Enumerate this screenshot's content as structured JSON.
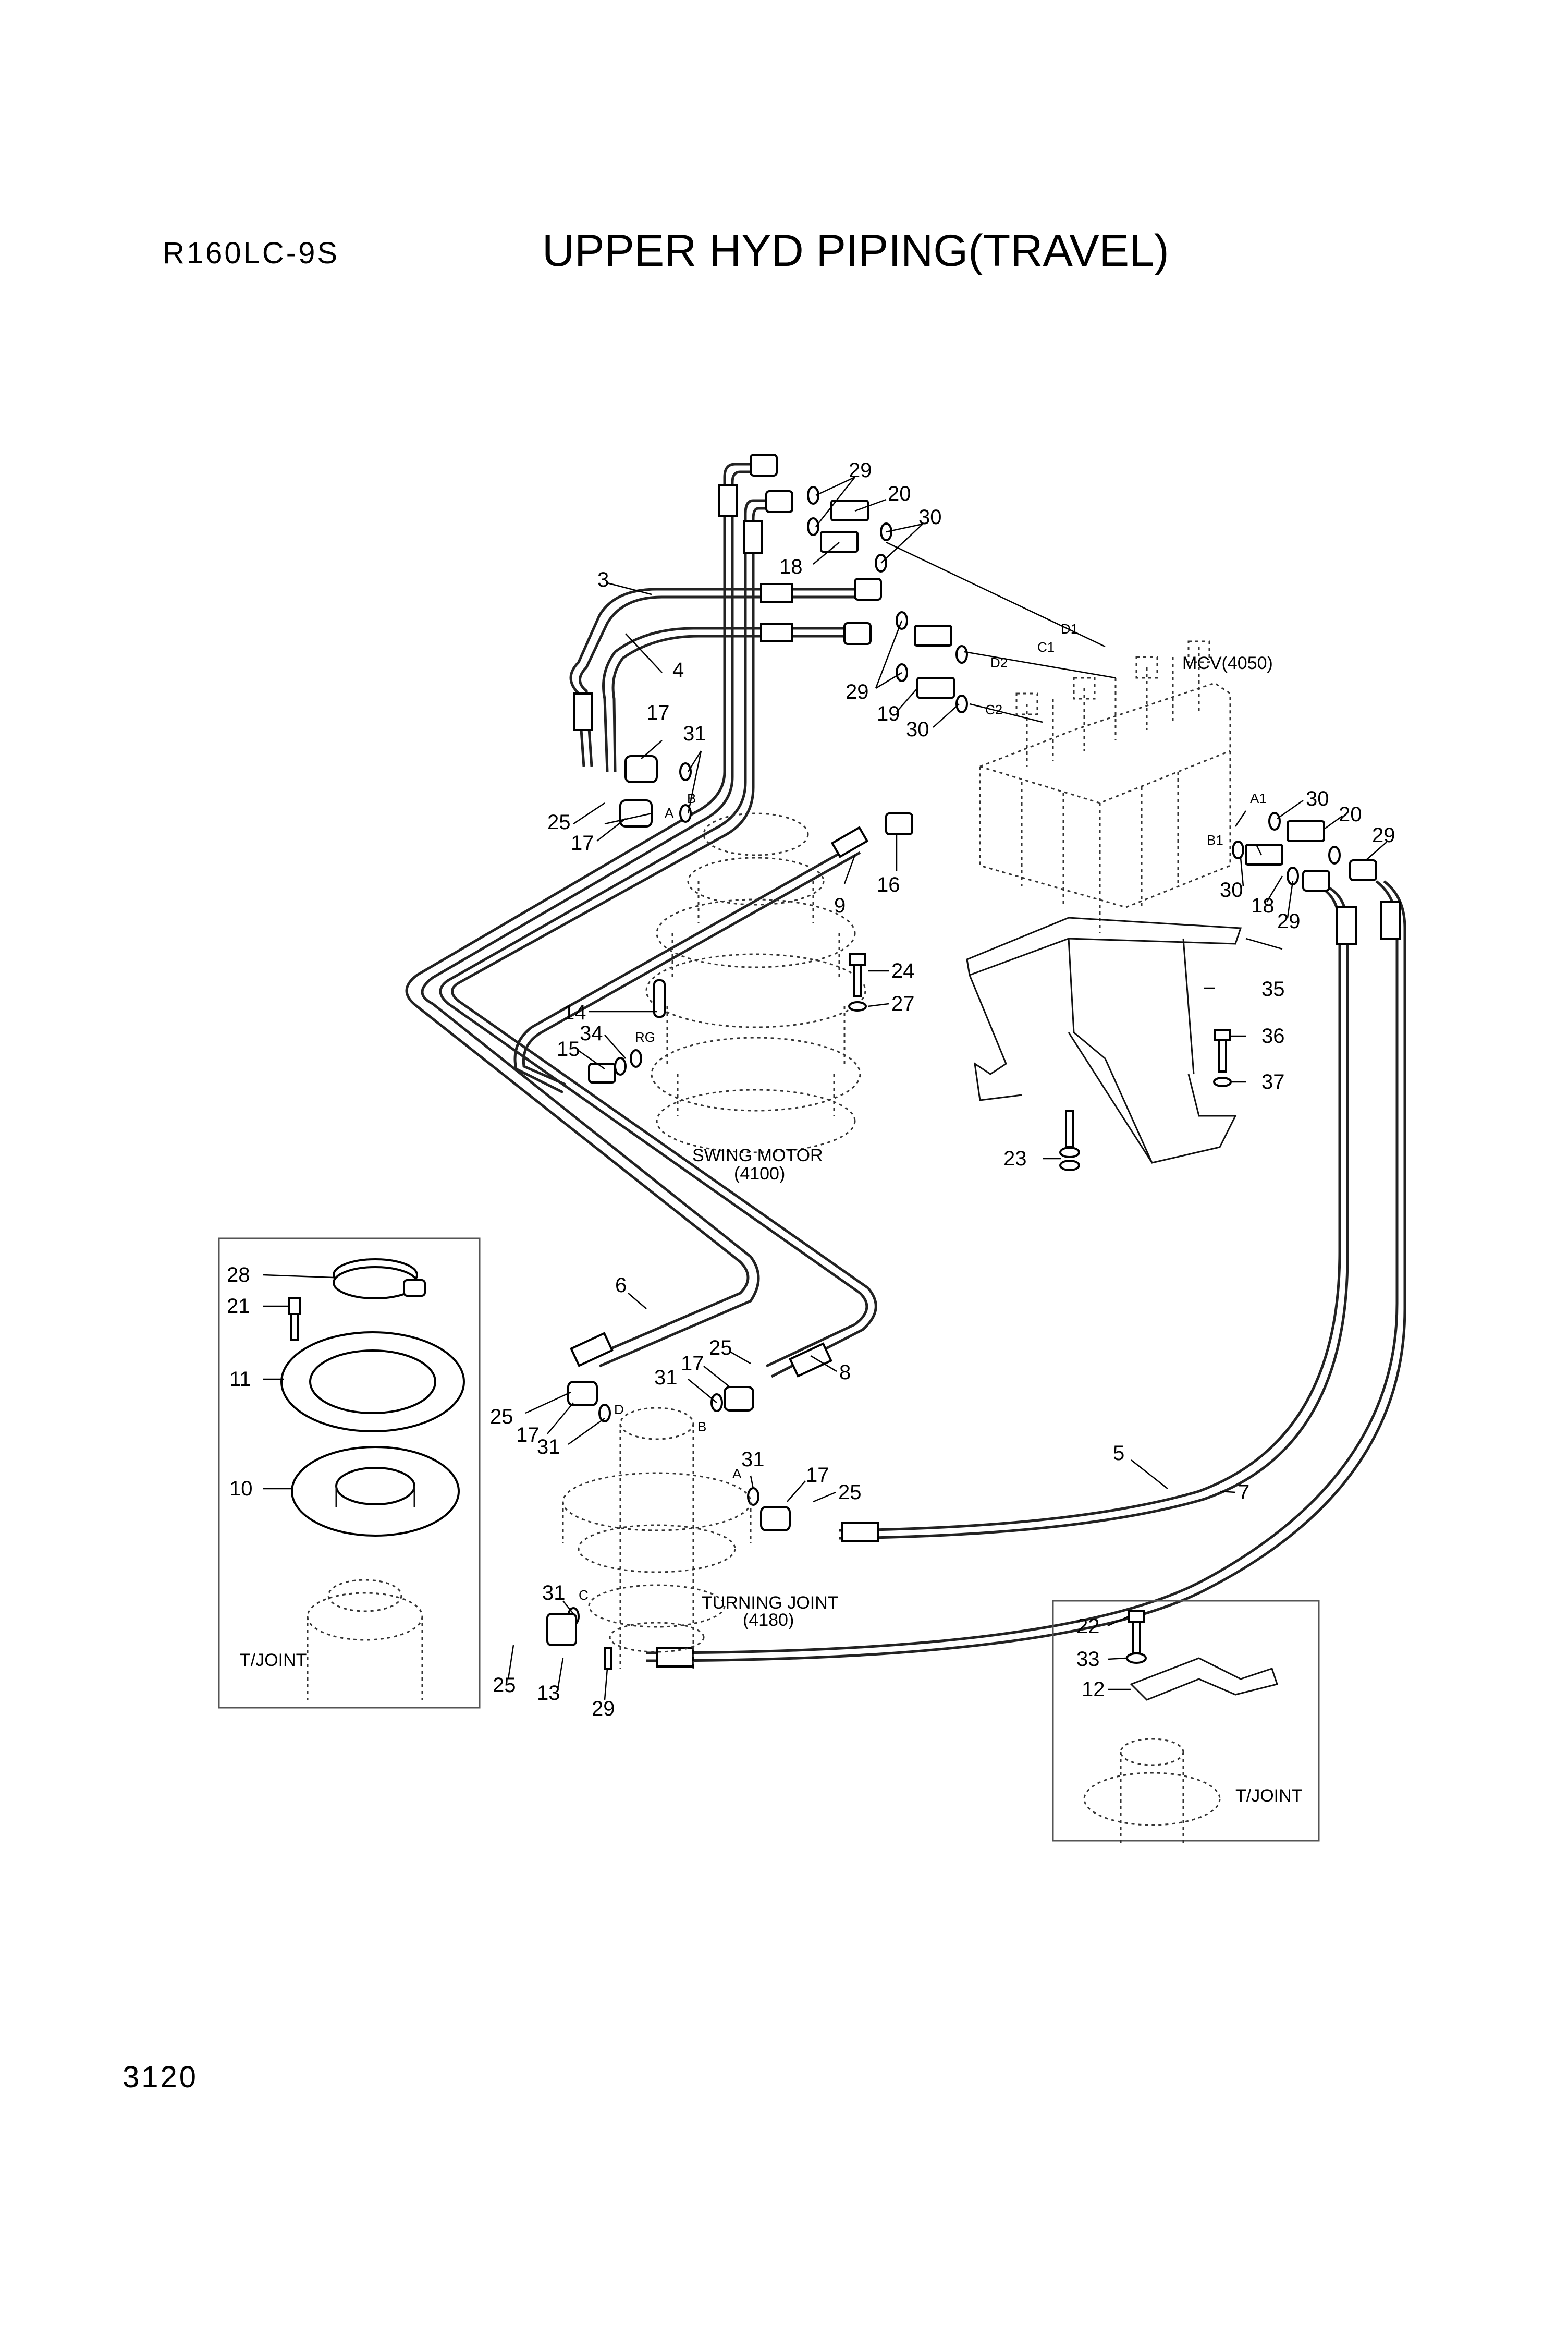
{
  "header": {
    "model": "R160LC-9S",
    "title": "UPPER HYD PIPING(TRAVEL)"
  },
  "page_number": "3120",
  "components": {
    "mcv": "MCV(4050)",
    "swing_motor_name": "SWING MOTOR",
    "swing_motor_code": "(4100)",
    "turning_joint_name": "TURNING JOINT",
    "turning_joint_code": "(4180)",
    "tjoint_left": "T/JOINT",
    "tjoint_right": "T/JOINT"
  },
  "port_labels": [
    "D1",
    "C1",
    "D2",
    "C2",
    "A1",
    "B1",
    "A",
    "B",
    "RG",
    "D",
    "B",
    "A",
    "C"
  ],
  "part_callouts": [
    "29",
    "20",
    "30",
    "18",
    "3",
    "4",
    "29",
    "19",
    "30",
    "17",
    "31",
    "25",
    "17",
    "9",
    "16",
    "30",
    "20",
    "29",
    "30",
    "18",
    "29",
    "24",
    "27",
    "14",
    "34",
    "15",
    "35",
    "36",
    "37",
    "23",
    "28",
    "21",
    "11",
    "10",
    "6",
    "25",
    "31",
    "17",
    "8",
    "25",
    "17",
    "31",
    "31",
    "17",
    "25",
    "5",
    "7",
    "31",
    "25",
    "13",
    "29",
    "22",
    "33",
    "12"
  ]
}
